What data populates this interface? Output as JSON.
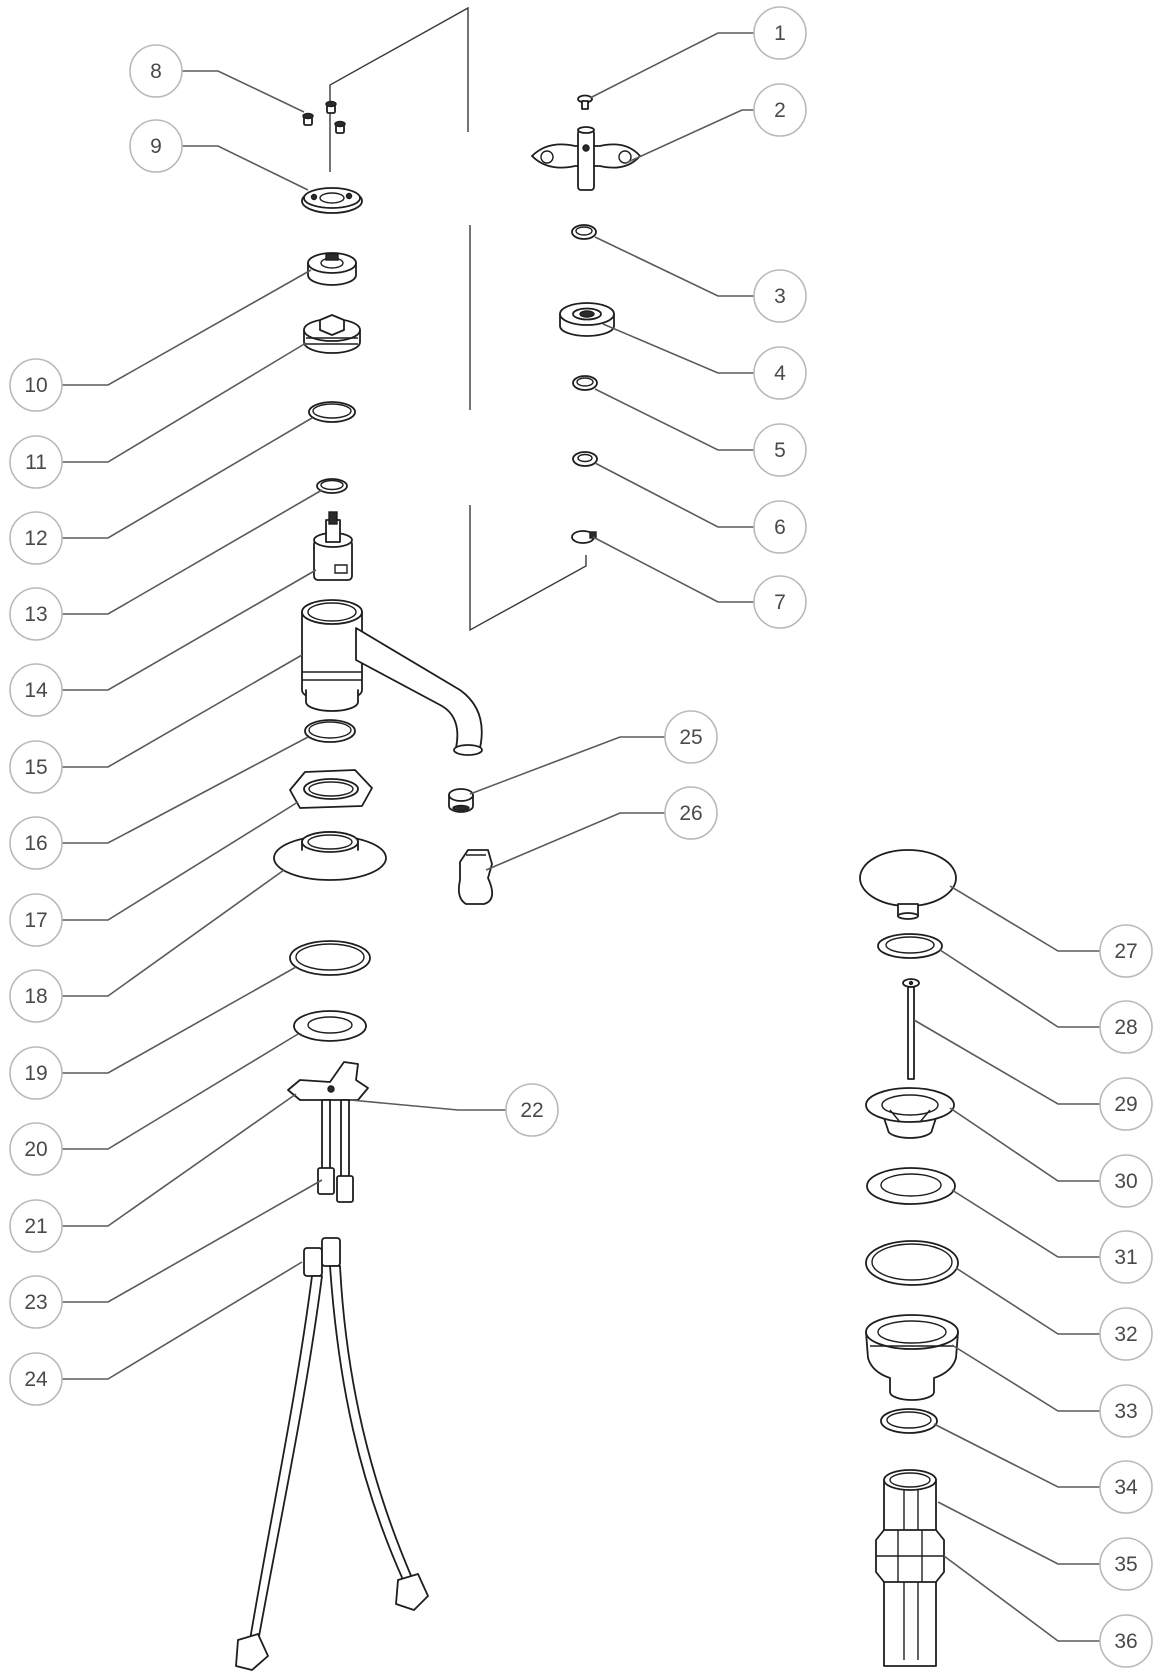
{
  "diagram": {
    "callouts": [
      {
        "id": "c1",
        "label": "1"
      },
      {
        "id": "c2",
        "label": "2"
      },
      {
        "id": "c3",
        "label": "3"
      },
      {
        "id": "c4",
        "label": "4"
      },
      {
        "id": "c5",
        "label": "5"
      },
      {
        "id": "c6",
        "label": "6"
      },
      {
        "id": "c7",
        "label": "7"
      },
      {
        "id": "c8",
        "label": "8"
      },
      {
        "id": "c9",
        "label": "9"
      },
      {
        "id": "c10",
        "label": "10"
      },
      {
        "id": "c11",
        "label": "11"
      },
      {
        "id": "c12",
        "label": "12"
      },
      {
        "id": "c13",
        "label": "13"
      },
      {
        "id": "c14",
        "label": "14"
      },
      {
        "id": "c15",
        "label": "15"
      },
      {
        "id": "c16",
        "label": "16"
      },
      {
        "id": "c17",
        "label": "17"
      },
      {
        "id": "c18",
        "label": "18"
      },
      {
        "id": "c19",
        "label": "19"
      },
      {
        "id": "c20",
        "label": "20"
      },
      {
        "id": "c21",
        "label": "21"
      },
      {
        "id": "c22",
        "label": "22"
      },
      {
        "id": "c23",
        "label": "23"
      },
      {
        "id": "c24",
        "label": "24"
      },
      {
        "id": "c25",
        "label": "25"
      },
      {
        "id": "c26",
        "label": "26"
      },
      {
        "id": "c27",
        "label": "27"
      },
      {
        "id": "c28",
        "label": "28"
      },
      {
        "id": "c29",
        "label": "29"
      },
      {
        "id": "c30",
        "label": "30"
      },
      {
        "id": "c31",
        "label": "31"
      },
      {
        "id": "c32",
        "label": "32"
      },
      {
        "id": "c33",
        "label": "33"
      },
      {
        "id": "c34",
        "label": "34"
      },
      {
        "id": "c35",
        "label": "35"
      },
      {
        "id": "c36",
        "label": "36"
      }
    ],
    "colors": {
      "line": "#1e1e1e",
      "callout_border": "#b9b9b9",
      "label_text": "#4a4a4a",
      "background": "#ffffff"
    }
  }
}
